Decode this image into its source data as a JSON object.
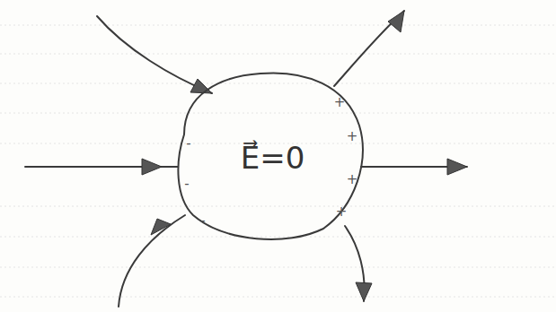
{
  "diagram": {
    "nodes": [
      {
        "text": [
          "E⃗=0"
        ]
      }
    ],
    "labels": [
      "-",
      "-",
      "-",
      "-",
      "+",
      "+",
      "+",
      "+"
    ]
  }
}
